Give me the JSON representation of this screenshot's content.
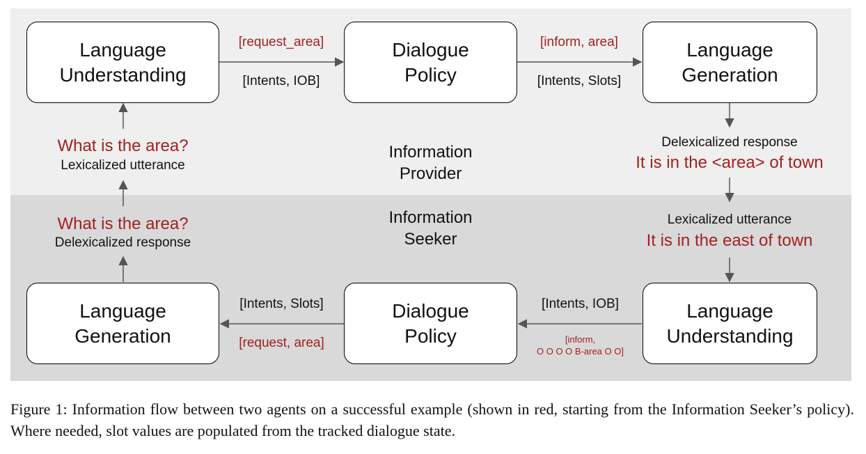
{
  "boxes": {
    "top_lu": [
      "Language",
      "Understanding"
    ],
    "top_dp": [
      "Dialogue",
      "Policy"
    ],
    "top_lg": [
      "Language",
      "Generation"
    ],
    "bot_lg": [
      "Language",
      "Generation"
    ],
    "bot_dp": [
      "Dialogue",
      "Policy"
    ],
    "bot_lu": [
      "Language",
      "Understanding"
    ]
  },
  "edges": {
    "top_lu_dp": {
      "red": "[request_area]",
      "black": "[Intents, IOB]"
    },
    "top_dp_lg": {
      "red": "[inform, area]",
      "black": "[Intents, Slots]"
    },
    "bot_dp_lg": {
      "black": "[Intents, Slots]",
      "red": "[request, area]"
    },
    "bot_lu_dp": {
      "black": "[Intents, IOB]",
      "red_line1": "[inform,",
      "red_line2": "O O O O B-area O O]"
    }
  },
  "side_labels": {
    "left_top_red": "What is the area?",
    "left_top_black": "Lexicalized utterance",
    "left_bot_red": "What is the area?",
    "left_bot_black": "Delexicalized response",
    "right_top_black": "Delexicalized response",
    "right_top_red": "It is in the <area> of town",
    "right_bot_black": "Lexicalized utterance",
    "right_bot_red": "It is in the east of town"
  },
  "regions": {
    "provider": [
      "Information",
      "Provider"
    ],
    "seeker": [
      "Information",
      "Seeker"
    ]
  },
  "colors": {
    "red": "#a32020",
    "arrow": "#555555",
    "top_band": "#efefef",
    "bottom_band": "#d9d9d9"
  },
  "caption": "Figure 1: Information flow between two agents on a successful example (shown in red, starting from the Information Seeker’s policy). Where needed, slot values are populated from the tracked dialogue state."
}
